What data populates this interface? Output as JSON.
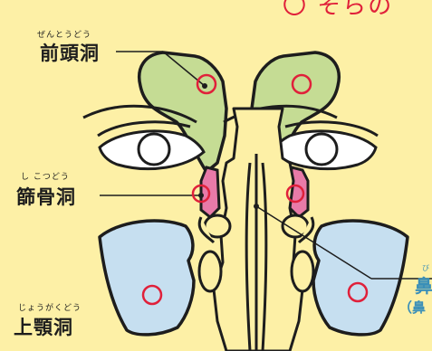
{
  "heading": {
    "text": "〇 そらの",
    "color": "#e0203a"
  },
  "labels": {
    "frontal": {
      "ruby": "ぜんとうどう",
      "text": "前頭洞"
    },
    "ethmoid": {
      "ruby": "し こつどう",
      "text": "篩骨洞"
    },
    "maxillary": {
      "ruby": "じょうがくどう",
      "text": "上顎洞"
    },
    "nasal": {
      "ruby": "び",
      "text": "鼻",
      "sub": "（鼻"
    }
  },
  "colors": {
    "background": "#fdf0a6",
    "frontal_sinus": "#c5dc94",
    "maxillary_sinus": "#c6dff0",
    "ethmoid_sinus": "#e87aa8",
    "marker": "#e0203a",
    "outline": "#1d1d1d",
    "nasal_label": "#3a8fb8"
  },
  "icons": [
    "marker-circle",
    "eye-outline"
  ]
}
